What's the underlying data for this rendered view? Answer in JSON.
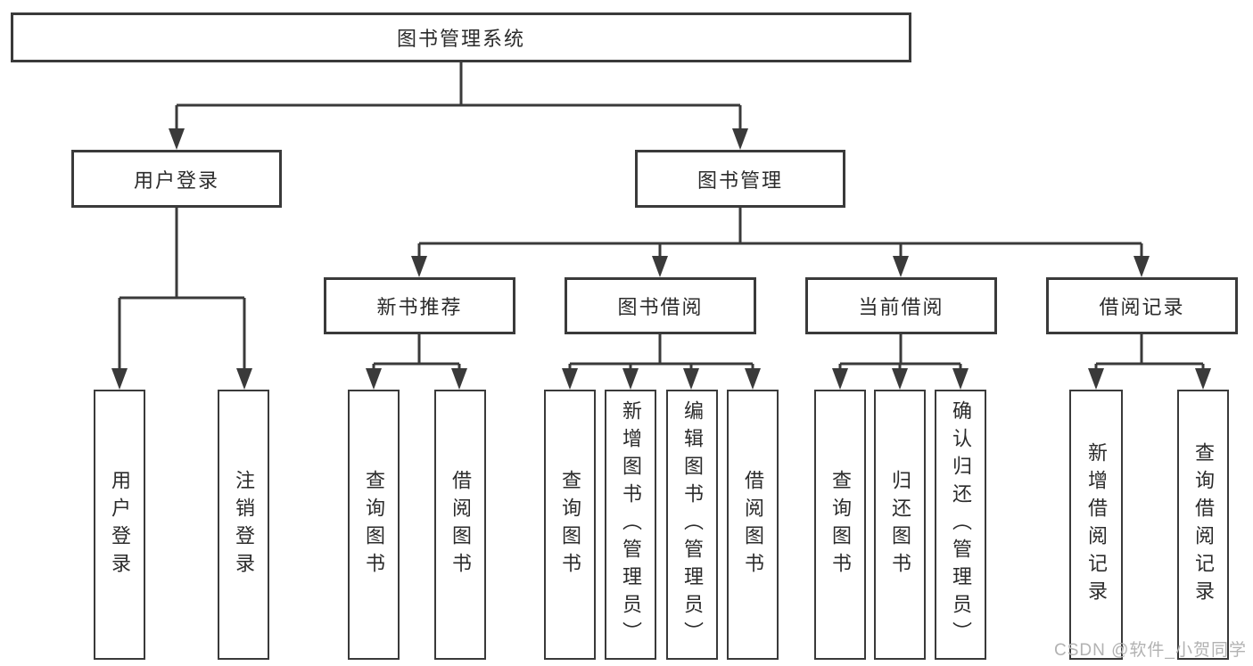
{
  "tree": {
    "root": {
      "label": "图书管理系统"
    },
    "user_login": {
      "label": "用户登录",
      "children": [
        {
          "label": "用户登录"
        },
        {
          "label": "注销登录"
        }
      ]
    },
    "book_management": {
      "label": "图书管理",
      "sections": [
        {
          "label": "新书推荐",
          "children": [
            {
              "label": "查询图书"
            },
            {
              "label": "借阅图书"
            }
          ]
        },
        {
          "label": "图书借阅",
          "children": [
            {
              "label": "查询图书"
            },
            {
              "label": "新增图书（管理员）"
            },
            {
              "label": "编辑图书（管理员）"
            },
            {
              "label": "借阅图书"
            }
          ]
        },
        {
          "label": "当前借阅",
          "children": [
            {
              "label": "查询图书"
            },
            {
              "label": "归还图书"
            },
            {
              "label": "确认归还（管理员）"
            }
          ]
        },
        {
          "label": "借阅记录",
          "children": [
            {
              "label": "新增借阅记录"
            },
            {
              "label": "查询借阅记录"
            }
          ]
        }
      ]
    }
  },
  "watermark": {
    "text": "CSDN @软件_小贺同学"
  },
  "colors": {
    "line": "#3a3a3a",
    "box_border": "#3a3a3a",
    "text": "#2b2b2b",
    "watermark": "#b2b2b2",
    "background": "#ffffff"
  }
}
